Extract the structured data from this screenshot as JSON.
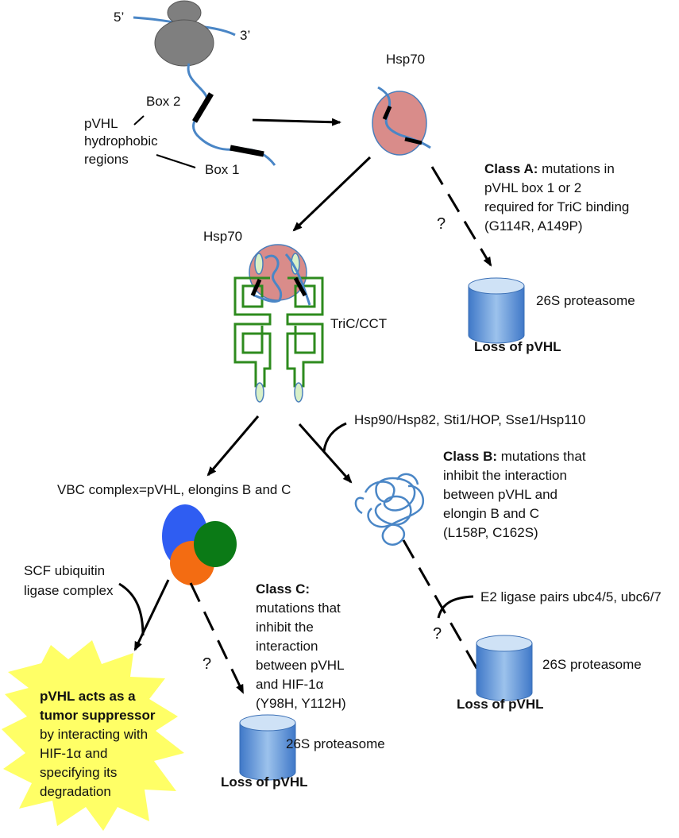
{
  "colors": {
    "ribosome": "#7f7f7f",
    "mrna": "#4a86c6",
    "hsp70": "#d98c8a",
    "hsp70_stroke": "#4a7ebb",
    "tric": "#2e8b1e",
    "tric_tip": "#d8f0c8",
    "proteasome_top": "#b9d3ee",
    "proteasome_body": "#5b8fd0",
    "vbc_blue": "#2f5df2",
    "vbc_green": "#0b7a16",
    "vbc_orange": "#f36c12",
    "star": "#ffff66"
  },
  "labels": {
    "five_prime": "5’",
    "three_prime": "3’",
    "box2": "Box 2",
    "box1": "Box 1",
    "pvhl_line1": "pVHL",
    "pvhl_line2": "hydrophobic",
    "pvhl_line3": "regions",
    "hsp70_top": "Hsp70",
    "hsp70_mid": "Hsp70",
    "tric": "TriC/CCT",
    "question": "?",
    "cofactors": "Hsp90/Hsp82, Sti1/HOP, Sse1/Hsp110",
    "vbc": "VBC complex=pVHL, elongins B and C",
    "scf_line1": "SCF ubiquitin",
    "scf_line2": "ligase complex",
    "e2": "E2 ligase pairs ubc4/5, ubc6/7"
  },
  "class_a": {
    "title": "Class A:",
    "line1": " mutations in",
    "line2": "pVHL box 1 or 2",
    "line3": "required for TriC binding",
    "line4": "(G114R, A149P)"
  },
  "class_b": {
    "title": "Class B:",
    "line1": " mutations that",
    "line2": "inhibit the interaction",
    "line3": "between pVHL and",
    "line4": "elongin B and C",
    "line5": "(L158P, C162S)"
  },
  "class_c": {
    "title": "Class C:",
    "line1": "mutations that",
    "line2": "inhibit the",
    "line3": "interaction",
    "line4": "between pVHL",
    "line5": "and HIF-1α",
    "line6": "(Y98H, Y112H)"
  },
  "proteasome": {
    "label": "26S proteasome",
    "loss": "Loss of pVHL"
  },
  "tumor": {
    "line1": "pVHL acts as a",
    "line2": "tumor suppressor",
    "line3": "by interacting with",
    "line4": "HIF-1α and",
    "line5": "specifying its",
    "line6": "degradation"
  }
}
